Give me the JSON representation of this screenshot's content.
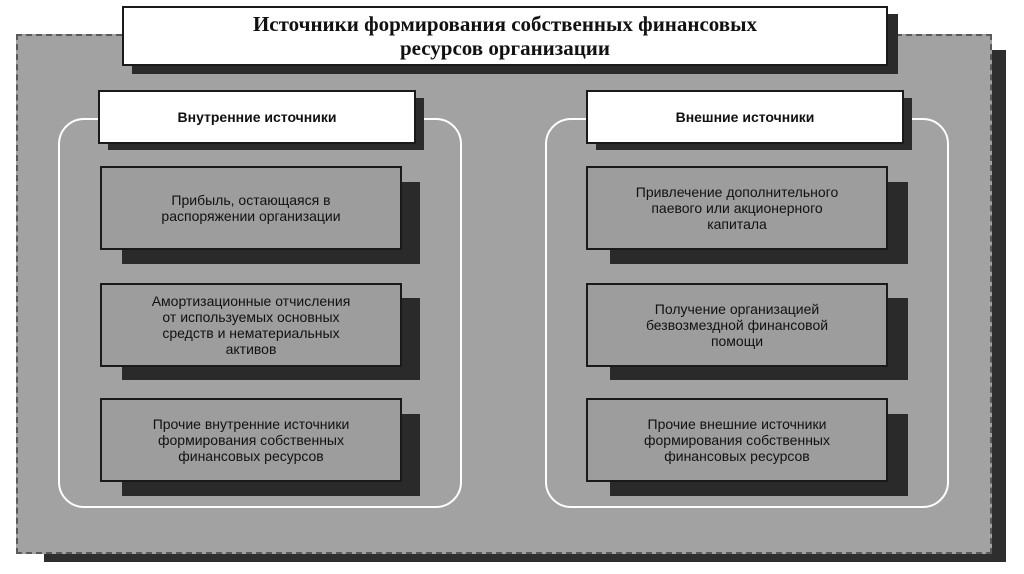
{
  "title": {
    "line1": "Источники формирования собственных финансовых",
    "line2": "ресурсов организации"
  },
  "internal": {
    "heading": "Внутренние источники",
    "items": [
      "Прибыль, остающаяся в\nраспоряжении организации",
      "Амортизационные отчисления\nот используемых основных\nсредств и нематериальных\nактивов",
      "Прочие внутренние источники\nформирования собственных\nфинансовых ресурсов"
    ]
  },
  "external": {
    "heading": "Внешние источники",
    "items": [
      "Привлечение дополнительного\nпаевого или акционерного\nкапитала",
      "Получение организацией\nбезвозмездной финансовой\nпомощи",
      "Прочие внешние источники\nформирования собственных\nфинансовых ресурсов"
    ]
  }
}
